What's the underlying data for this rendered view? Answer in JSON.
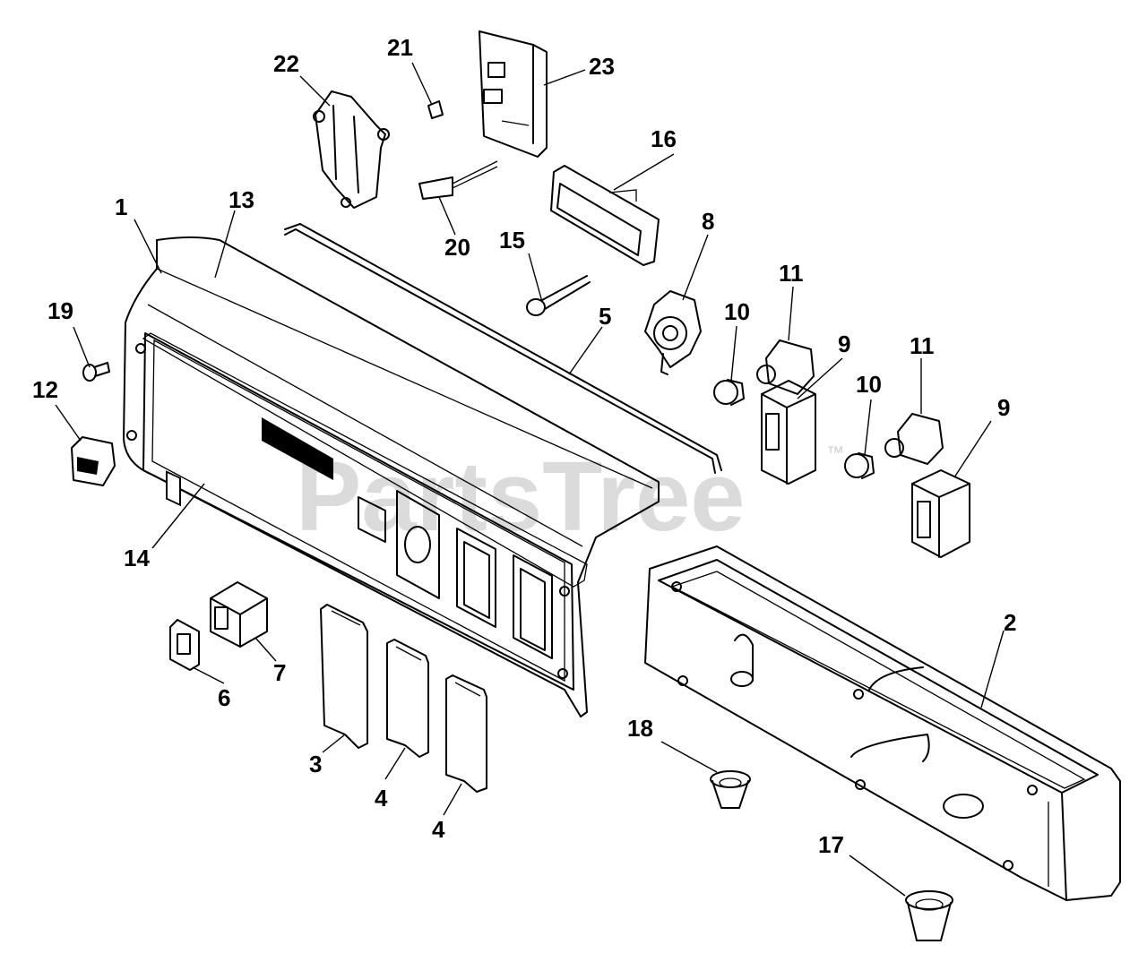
{
  "watermark": {
    "text": "PartsTree",
    "trademark": "™"
  },
  "callouts": [
    {
      "id": "c1",
      "label": "1"
    },
    {
      "id": "c2",
      "label": "2"
    },
    {
      "id": "c3",
      "label": "3"
    },
    {
      "id": "c4a",
      "label": "4"
    },
    {
      "id": "c4b",
      "label": "4"
    },
    {
      "id": "c5",
      "label": "5"
    },
    {
      "id": "c6",
      "label": "6"
    },
    {
      "id": "c7",
      "label": "7"
    },
    {
      "id": "c8",
      "label": "8"
    },
    {
      "id": "c9a",
      "label": "9"
    },
    {
      "id": "c9b",
      "label": "9"
    },
    {
      "id": "c10a",
      "label": "10"
    },
    {
      "id": "c10b",
      "label": "10"
    },
    {
      "id": "c11a",
      "label": "11"
    },
    {
      "id": "c11b",
      "label": "11"
    },
    {
      "id": "c12",
      "label": "12"
    },
    {
      "id": "c13",
      "label": "13"
    },
    {
      "id": "c14",
      "label": "14"
    },
    {
      "id": "c15",
      "label": "15"
    },
    {
      "id": "c16",
      "label": "16"
    },
    {
      "id": "c17",
      "label": "17"
    },
    {
      "id": "c18",
      "label": "18"
    },
    {
      "id": "c19",
      "label": "19"
    },
    {
      "id": "c20",
      "label": "20"
    },
    {
      "id": "c21",
      "label": "21"
    },
    {
      "id": "c22",
      "label": "22"
    },
    {
      "id": "c23",
      "label": "23"
    }
  ]
}
